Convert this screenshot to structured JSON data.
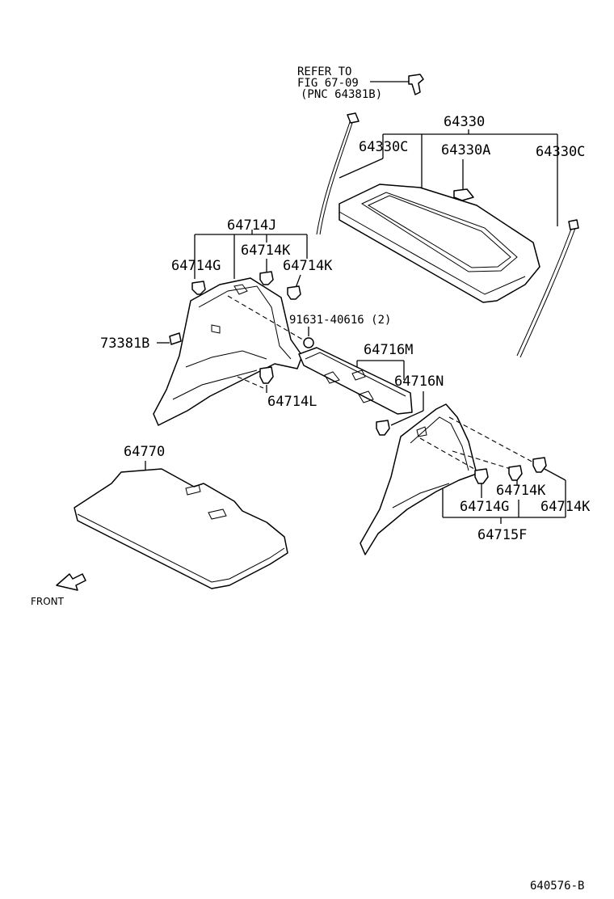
{
  "diagram": {
    "refer_lines": [
      "REFER TO",
      "FIG 67-09",
      "(PNC 64381B)"
    ],
    "labels": {
      "p64330": "64330",
      "p64330C_left": "64330C",
      "p64330A": "64330A",
      "p64330C_right": "64330C",
      "p64714J": "64714J",
      "p64714K_top1": "64714K",
      "p64714G_left": "64714G",
      "p64714K_top2": "64714K",
      "p91631": "91631-40616 (2)",
      "p73381B": "73381B",
      "p64716M": "64716M",
      "p64716N": "64716N",
      "p64714L": "64714L",
      "p64770": "64770",
      "p64714K_right1": "64714K",
      "p64714G_right": "64714G",
      "p64714K_right2": "64714K",
      "p64715F": "64715F"
    },
    "front_label": "FRONT",
    "figure_code": "640576-B"
  }
}
